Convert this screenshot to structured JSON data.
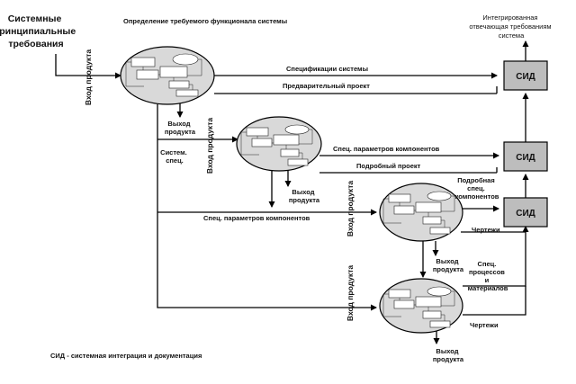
{
  "labels": {
    "system_requirements": [
      "Системные",
      "принципиальные",
      "требования"
    ],
    "integrated_title": [
      "Интегрированная",
      "отвечающая требованиям",
      "система"
    ],
    "functional_definition": "Определение требуемого функционала системы",
    "system_specs": "Спецификации системы",
    "preliminary_project": "Предварительный проект",
    "system_spec_short": [
      "Систем.",
      "спец."
    ],
    "component_params_1": "Спец. параметров компонентов",
    "detailed_project": "Подробный проект",
    "component_params_2": "Спец. параметров компонентов",
    "detailed_component_spec": [
      "Подробная",
      "спец.",
      "компонентов"
    ],
    "drawings_1": "Чертежи",
    "process_material_spec": [
      "Спец.",
      "процессов",
      "и",
      "материалов"
    ],
    "drawings_2": "Чертежи",
    "footer_note": "СИД - системная интеграция и документация"
  },
  "input_label": "Вход продукта",
  "output_label": [
    "Выход",
    "продукта"
  ],
  "sid_label": "СИД"
}
